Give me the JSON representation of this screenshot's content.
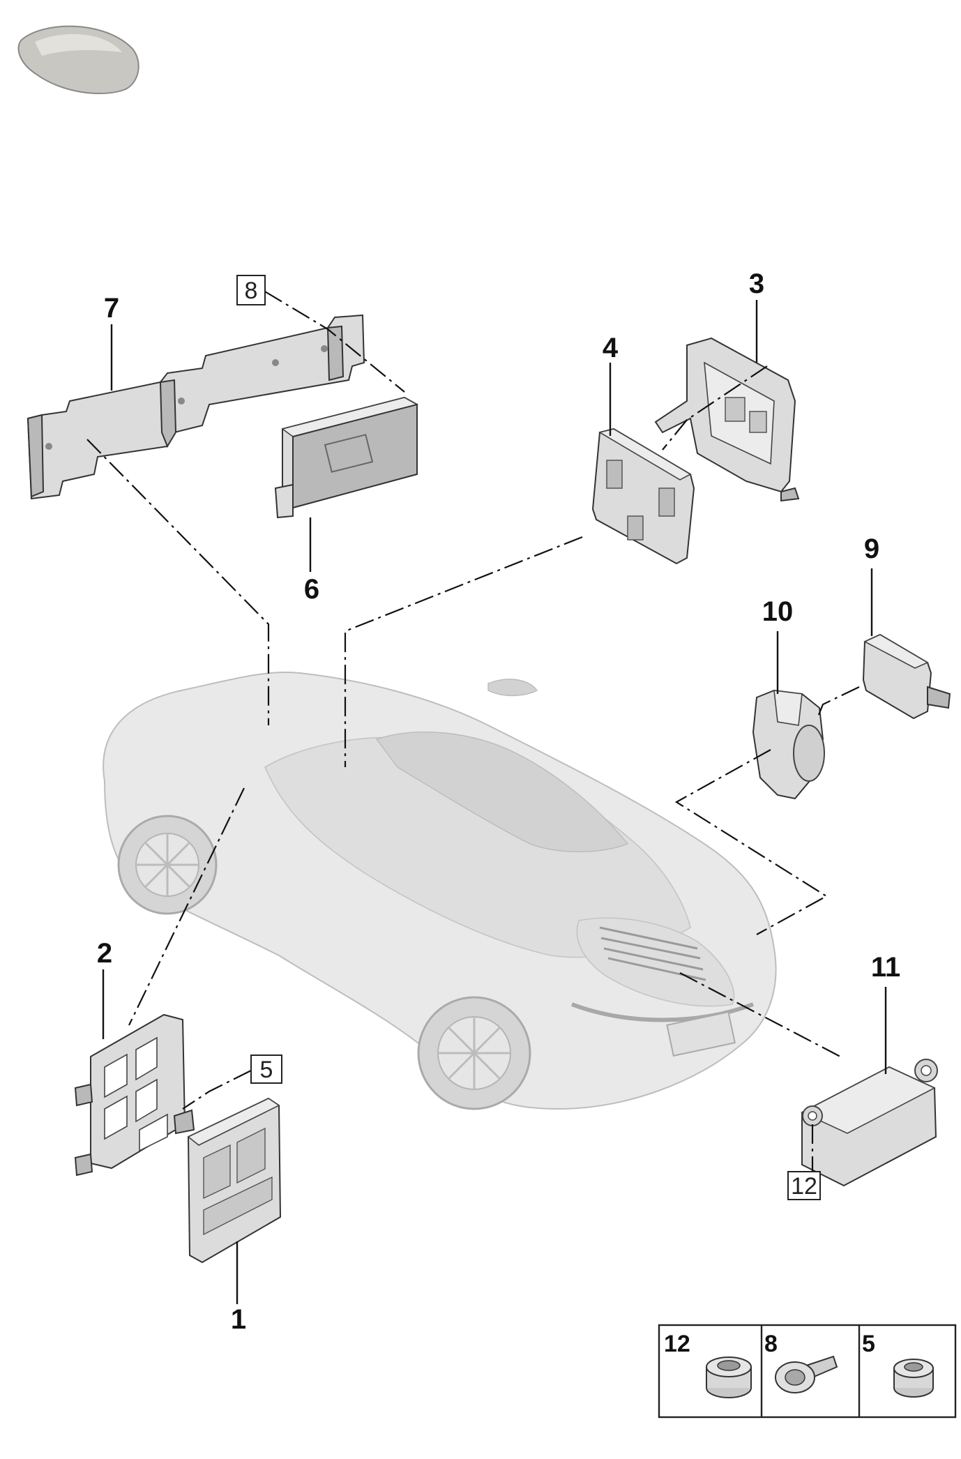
{
  "callouts": {
    "c1": "1",
    "c2": "2",
    "c3": "3",
    "c4": "4",
    "c6": "6",
    "c7": "7",
    "c9": "9",
    "c10": "10",
    "c11": "11"
  },
  "boxed_refs": {
    "b8": "8",
    "b5": "5",
    "b12": "12"
  },
  "legend": [
    {
      "label": "12",
      "icon": "hex-collar-nut-icon"
    },
    {
      "label": "8",
      "icon": "flange-bolt-icon"
    },
    {
      "label": "5",
      "icon": "hex-nut-icon"
    }
  ],
  "colors": {
    "line": "#111111",
    "part_fill": "#dcdcdc",
    "car_fill": "#e9e9e9"
  }
}
